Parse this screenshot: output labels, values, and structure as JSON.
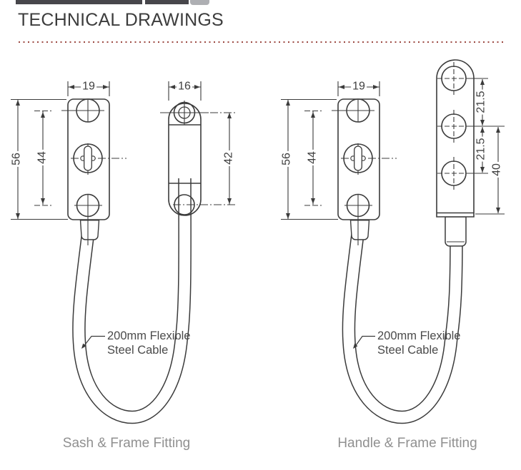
{
  "header": {
    "title": "TECHNICAL DRAWINGS"
  },
  "accent_color": "#9c4a42",
  "line_color": "#3b3b3b",
  "drawings": [
    {
      "caption": "Sash & Frame Fitting",
      "cable_label_line1": "200mm Flexible",
      "cable_label_line2": "Steel Cable",
      "dimensions": {
        "plate_width": "19",
        "plate_height": "56",
        "hole_spacing": "44",
        "keep_width": "16",
        "keep_height": "42"
      }
    },
    {
      "caption": "Handle & Frame Fitting",
      "cable_label_line1": "200mm Flexible",
      "cable_label_line2": "Steel Cable",
      "dimensions": {
        "plate_width": "19",
        "plate_height": "56",
        "hole_spacing": "44",
        "hole_pitch_top": "21.5",
        "hole_pitch_bottom": "21.5",
        "bottom_offset": "40"
      }
    }
  ]
}
